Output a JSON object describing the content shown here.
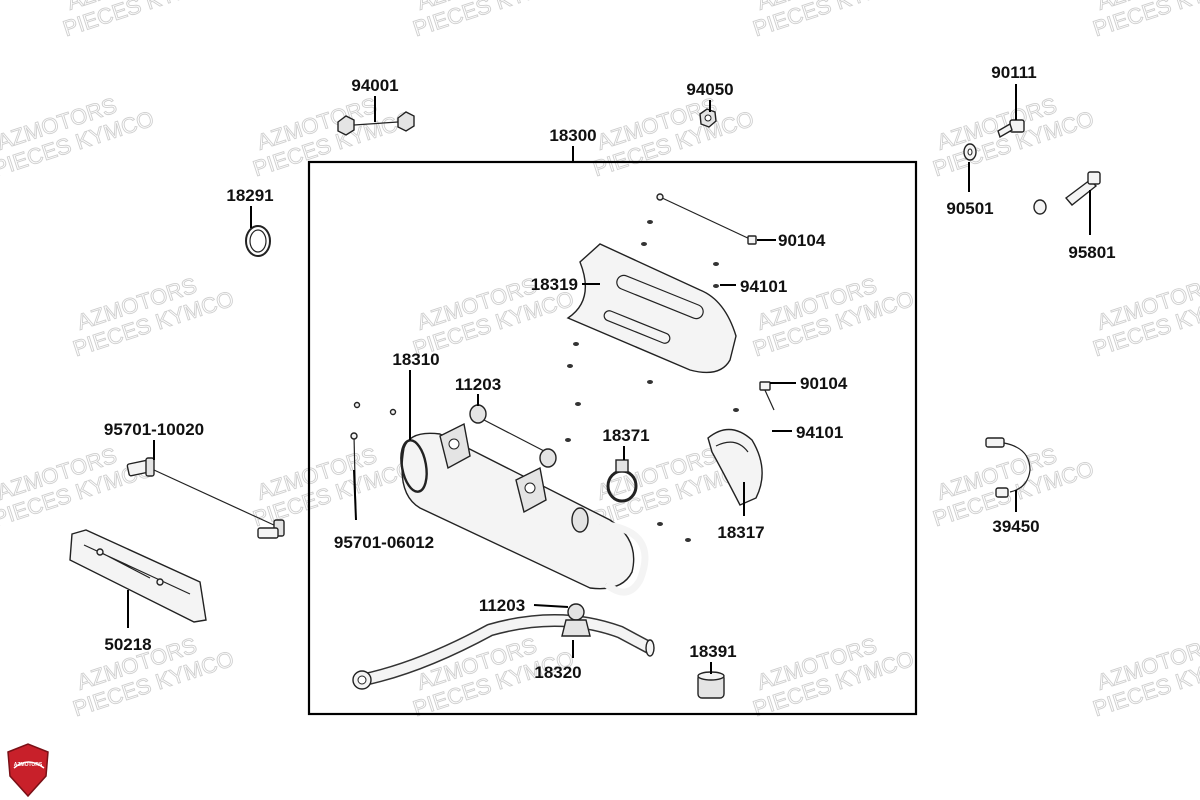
{
  "watermark": {
    "line1": "AZMOTORS",
    "line2": "PIECES KYMCO"
  },
  "logo": {
    "text": "AZMOTORS",
    "color": "#c8202a"
  },
  "assembly_label": "18300",
  "parts": [
    {
      "id": "p94001",
      "label": "94001"
    },
    {
      "id": "p94050",
      "label": "94050"
    },
    {
      "id": "p90111",
      "label": "90111"
    },
    {
      "id": "p18291",
      "label": "18291"
    },
    {
      "id": "p90501",
      "label": "90501"
    },
    {
      "id": "p95801",
      "label": "95801"
    },
    {
      "id": "p90104a",
      "label": "90104"
    },
    {
      "id": "p18319",
      "label": "18319"
    },
    {
      "id": "p94101a",
      "label": "94101"
    },
    {
      "id": "p18310",
      "label": "18310"
    },
    {
      "id": "p11203a",
      "label": "11203"
    },
    {
      "id": "p90104b",
      "label": "90104"
    },
    {
      "id": "p94101b",
      "label": "94101"
    },
    {
      "id": "p95701a",
      "label": "95701-10020"
    },
    {
      "id": "p18371",
      "label": "18371"
    },
    {
      "id": "p18317",
      "label": "18317"
    },
    {
      "id": "p39450",
      "label": "39450"
    },
    {
      "id": "p95701b",
      "label": "95701-06012"
    },
    {
      "id": "p11203b",
      "label": "11203"
    },
    {
      "id": "p50218",
      "label": "50218"
    },
    {
      "id": "p18320",
      "label": "18320"
    },
    {
      "id": "p18391",
      "label": "18391"
    }
  ]
}
